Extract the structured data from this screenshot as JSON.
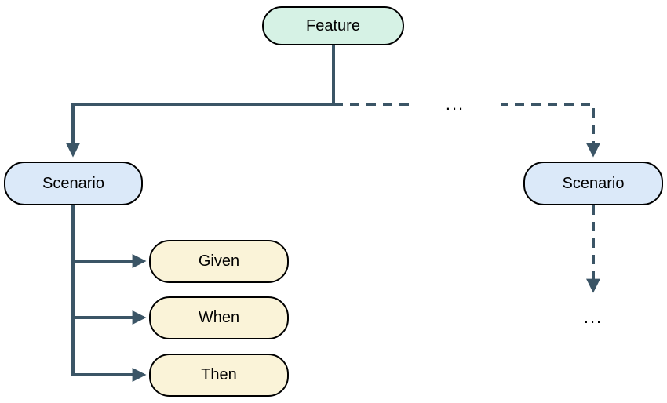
{
  "diagram": {
    "type": "flowchart",
    "nodes": {
      "feature": {
        "label": "Feature"
      },
      "scenario_left": {
        "label": "Scenario"
      },
      "scenario_right": {
        "label": "Scenario"
      },
      "given": {
        "label": "Given"
      },
      "when": {
        "label": "When"
      },
      "then": {
        "label": "Then"
      }
    },
    "labels": {
      "edge_ellipsis": "...",
      "more_ellipsis": "..."
    },
    "edges": [
      {
        "from": "feature",
        "to": "scenario_left",
        "style": "solid-arrow"
      },
      {
        "from": "feature",
        "to": "scenario_right",
        "style": "dashed-arrow",
        "label": "..."
      },
      {
        "from": "scenario_left",
        "to": "given",
        "style": "solid-arrow"
      },
      {
        "from": "scenario_left",
        "to": "when",
        "style": "solid-arrow"
      },
      {
        "from": "scenario_left",
        "to": "then",
        "style": "solid-arrow"
      },
      {
        "from": "scenario_right",
        "to": "more",
        "style": "dashed-arrow",
        "label": "..."
      }
    ],
    "colors": {
      "connector": "#3b5566",
      "node_border": "#000000",
      "node_text": "#000000",
      "feature_fill": "#d6f2e5",
      "scenario_fill": "#dbe9f9",
      "step_fill": "#faf3d8",
      "background": "#ffffff"
    }
  }
}
